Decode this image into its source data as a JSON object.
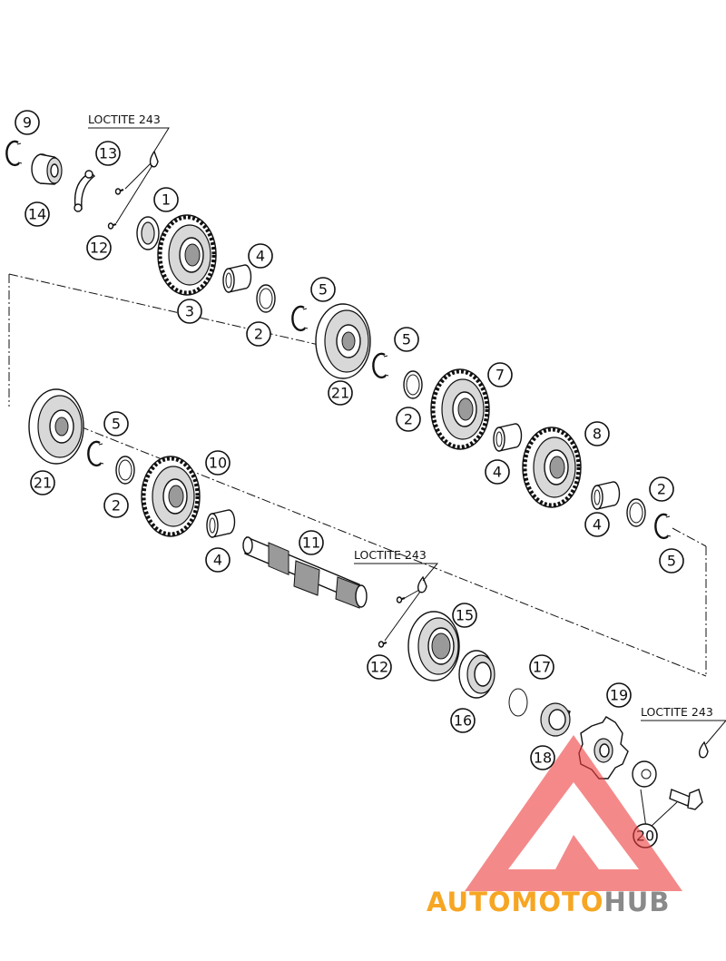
{
  "loctite_labels": [
    "LOCTITE 243",
    "LOCTITE 243",
    "LOCTITE 243"
  ],
  "callouts": [
    "9",
    "13",
    "14",
    "1",
    "12",
    "3",
    "4",
    "2",
    "5",
    "21",
    "5",
    "2",
    "7",
    "8",
    "5",
    "21",
    "2",
    "10",
    "4",
    "4",
    "2",
    "5",
    "11",
    "12",
    "15",
    "16",
    "17",
    "18",
    "19",
    "20"
  ],
  "watermark": {
    "part1": "AUTO",
    "part2": "MOTO",
    "part3": "HUB"
  },
  "colors": {
    "watermark_orange": "#f6a623",
    "watermark_gray": "#8a8a8a",
    "watermark_red": "#ee3b3b"
  }
}
